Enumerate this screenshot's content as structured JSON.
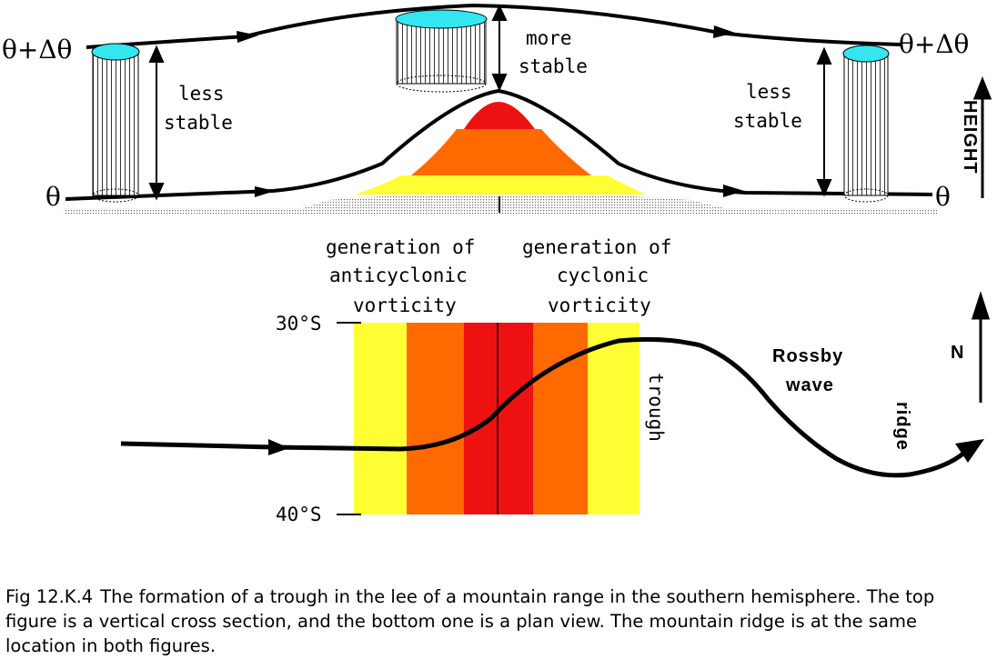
{
  "cross_section": {
    "theta_dtheta_left": "θ+Δθ",
    "theta_dtheta_right": "θ+Δθ",
    "theta_left": "θ",
    "theta_right": "θ",
    "less_stable_left": [
      "less",
      "stable"
    ],
    "more_stable": [
      "more",
      "stable"
    ],
    "less_stable_right": [
      "less",
      "stable"
    ],
    "height_axis": "HEIGHT",
    "colors": {
      "column_top": "#33e6f0",
      "mountain_red": "#ee1111",
      "mountain_orange": "#ff6a00",
      "mountain_yellow": "#ffff33"
    }
  },
  "plan_view": {
    "gen_anticyclonic": [
      "generation of",
      "anticyclonic",
      "vorticity"
    ],
    "gen_cyclonic": [
      "generation of",
      "cyclonic",
      "vorticity"
    ],
    "lat_top": "30°S",
    "lat_bottom": "40°S",
    "trough": "trough",
    "rossby": [
      "Rossby",
      "wave"
    ],
    "ridge": "ridge",
    "north": "N"
  },
  "caption": {
    "fig_label": "Fig 12.K.4",
    "text": "The formation of a trough in the lee of a mountain range in the southern hemisphere. The top figure is a vertical cross section, and the bottom one is a plan view. The mountain ridge is at the same location in both figures."
  }
}
